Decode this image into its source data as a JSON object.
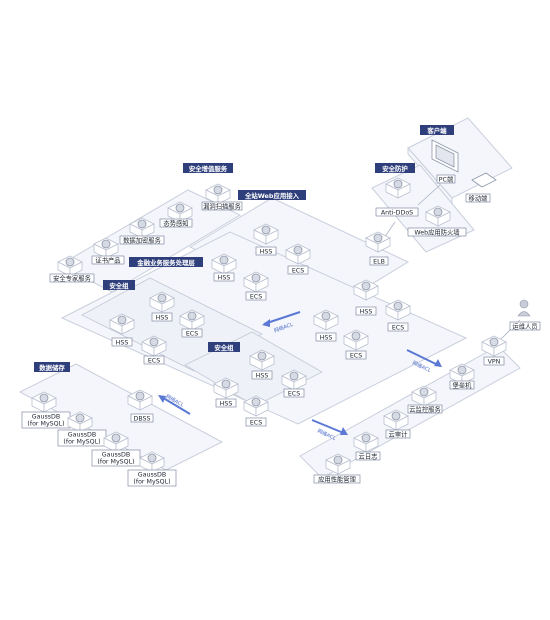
{
  "groups": {
    "client": "客户端",
    "security_protection": "安全防护",
    "value_added": "安全增值服务",
    "full_web": "全站Web应用接入",
    "finance": "金融业务服务处理层",
    "sg1": "安全组",
    "sg2": "安全组",
    "data_storage": "数据储存"
  },
  "nodes": {
    "pc": "PC端",
    "mobile": "移动端",
    "anti_ddos": "Anti-DDoS",
    "waf": "Web应用防火墙",
    "elb": "ELB",
    "vuln_scan": "漏洞扫描服务",
    "situation": "态势感知",
    "data_encrypt": "数据加密服务",
    "cert": "证书产品",
    "expert": "安全专家服务",
    "hss_w1": "HSS",
    "ecs_w1": "ECS",
    "hss_w2": "HSS",
    "ecs_w2": "ECS",
    "hss_w3": "HSS",
    "ecs_w3": "ECS",
    "hss_w4": "HSS",
    "ecs_w4": "ECS",
    "hss_a1": "HSS",
    "ecs_a1": "ECS",
    "hss_a2": "HSS",
    "ecs_a2": "ECS",
    "hss_b1": "HSS",
    "ecs_b1": "ECS",
    "hss_b2": "HSS",
    "ecs_b2": "ECS",
    "dbss": "DBSS",
    "gauss1": [
      "GaussDB",
      "(for MySQL)"
    ],
    "gauss2": [
      "GaussDB",
      "(for MySQL)"
    ],
    "gauss3": [
      "GaussDB",
      "(for MySQL)"
    ],
    "gauss4": [
      "GaussDB",
      "(for MySQL)"
    ],
    "ops_person": "运维人员",
    "vpn": "VPN",
    "bastion": "堡垒机",
    "cloud_monitor": "云监控服务",
    "cloud_audit": "云审计",
    "cloud_log": "云日志",
    "apm": "应用性能管理"
  },
  "acl_labels": {
    "acl1": "网络ACL",
    "acl2": "网络ACL",
    "acl3": "网络ACL",
    "acl4": "网络ACL"
  },
  "colors": {
    "tag_bg": "#2f3f7c",
    "arrow": "#5b79d4",
    "zone_fill": "#f4f6fb"
  }
}
